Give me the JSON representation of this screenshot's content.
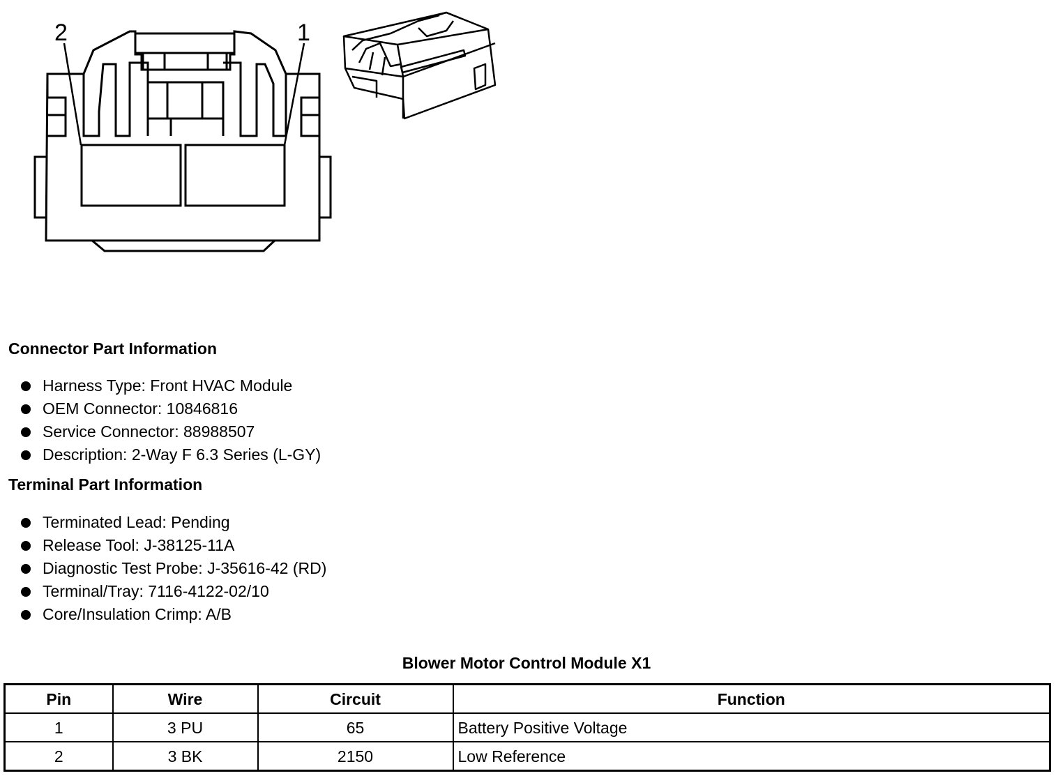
{
  "connector_face": {
    "pin_labels": [
      "2",
      "1"
    ]
  },
  "connector_part_info": {
    "heading": "Connector Part Information",
    "items": [
      "Harness Type: Front HVAC Module",
      "OEM Connector: 10846816",
      "Service Connector: 88988507",
      "Description: 2-Way F 6.3 Series (L-GY)"
    ]
  },
  "terminal_part_info": {
    "heading": "Terminal Part Information",
    "items": [
      "Terminated Lead: Pending",
      "Release Tool: J-38125-11A",
      "Diagnostic Test Probe: J-35616-42 (RD)",
      "Terminal/Tray: 7116-4122-02/10",
      "Core/Insulation Crimp: A/B"
    ]
  },
  "pin_table": {
    "title": "Blower Motor Control Module X1",
    "headers": [
      "Pin",
      "Wire",
      "Circuit",
      "Function"
    ],
    "rows": [
      [
        "1",
        "3 PU",
        "65",
        "Battery Positive Voltage"
      ],
      [
        "2",
        "3 BK",
        "2150",
        "Low Reference"
      ]
    ]
  }
}
